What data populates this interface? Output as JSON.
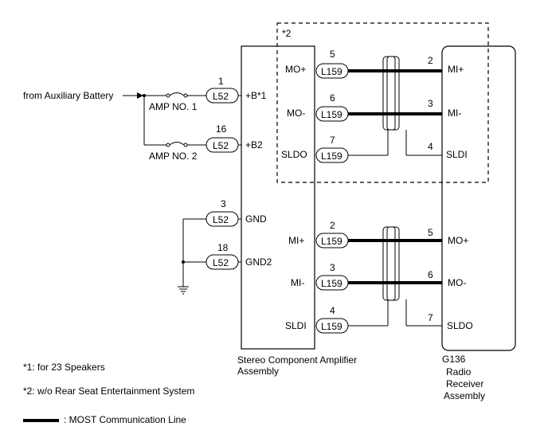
{
  "source": {
    "label": "from Auxiliary Battery"
  },
  "fuses": [
    {
      "label": "AMP NO. 1"
    },
    {
      "label": "AMP NO. 2"
    }
  ],
  "amplifier": {
    "name_line1": "Stereo Component Amplifier",
    "name_line2": "Assembly"
  },
  "power_pins": [
    {
      "pin": "1",
      "connector": "L52",
      "terminal": "+B*1"
    },
    {
      "pin": "16",
      "connector": "L52",
      "terminal": "+B2"
    },
    {
      "pin": "3",
      "connector": "L52",
      "terminal": "GND"
    },
    {
      "pin": "18",
      "connector": "L52",
      "terminal": "GND2"
    }
  ],
  "radio": {
    "code": "G136",
    "name_line1": "Radio",
    "name_line2": "Receiver",
    "name_line3": "Assembly"
  },
  "group1": {
    "note": "*2",
    "rows": [
      {
        "amp_terminal": "MO+",
        "amp_pin": "5",
        "connector": "L159",
        "radio_pin": "2",
        "radio_terminal": "MI+"
      },
      {
        "amp_terminal": "MO-",
        "amp_pin": "6",
        "connector": "L159",
        "radio_pin": "3",
        "radio_terminal": "MI-"
      },
      {
        "amp_terminal": "SLDO",
        "amp_pin": "7",
        "connector": "L159",
        "radio_pin": "4",
        "radio_terminal": "SLDI"
      }
    ]
  },
  "group2": {
    "rows": [
      {
        "amp_terminal": "MI+",
        "amp_pin": "2",
        "connector": "L159",
        "radio_pin": "5",
        "radio_terminal": "MO+"
      },
      {
        "amp_terminal": "MI-",
        "amp_pin": "3",
        "connector": "L159",
        "radio_pin": "6",
        "radio_terminal": "MO-"
      },
      {
        "amp_terminal": "SLDI",
        "amp_pin": "4",
        "connector": "L159",
        "radio_pin": "7",
        "radio_terminal": "SLDO"
      }
    ]
  },
  "notes": {
    "note1": "*1: for 23 Speakers",
    "note2": "*2: w/o Rear Seat Entertainment System",
    "legend": ": MOST Communication Line"
  }
}
